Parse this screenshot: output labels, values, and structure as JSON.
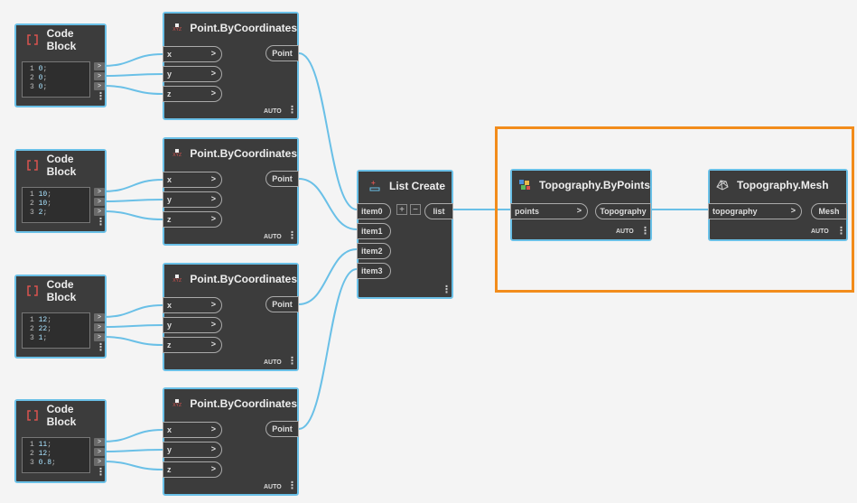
{
  "code_blocks": [
    {
      "title": "Code Block",
      "lines": [
        {
          "n": "1",
          "v": "0",
          "t": ";"
        },
        {
          "n": "2",
          "v": "0",
          "t": ";"
        },
        {
          "n": "3",
          "v": "0",
          "t": ";"
        }
      ]
    },
    {
      "title": "Code Block",
      "lines": [
        {
          "n": "1",
          "v": "10",
          "t": ";"
        },
        {
          "n": "2",
          "v": "10",
          "t": ";"
        },
        {
          "n": "3",
          "v": "2",
          "t": ";"
        }
      ]
    },
    {
      "title": "Code Block",
      "lines": [
        {
          "n": "1",
          "v": "12",
          "t": ";"
        },
        {
          "n": "2",
          "v": "22",
          "t": ";"
        },
        {
          "n": "3",
          "v": "1",
          "t": ";"
        }
      ]
    },
    {
      "title": "Code Block",
      "lines": [
        {
          "n": "1",
          "v": "11",
          "t": ";"
        },
        {
          "n": "2",
          "v": "12",
          "t": ";"
        },
        {
          "n": "3",
          "v": "0.8",
          "t": ";"
        }
      ]
    }
  ],
  "output_arrow": ">",
  "point_nodes": [
    {
      "title": "Point.ByCoordinates",
      "inputs": [
        "x",
        "y",
        "z"
      ],
      "output": "Point",
      "auto": "AUTO"
    },
    {
      "title": "Point.ByCoordinates",
      "inputs": [
        "x",
        "y",
        "z"
      ],
      "output": "Point",
      "auto": "AUTO"
    },
    {
      "title": "Point.ByCoordinates",
      "inputs": [
        "x",
        "y",
        "z"
      ],
      "output": "Point",
      "auto": "AUTO"
    },
    {
      "title": "Point.ByCoordinates",
      "inputs": [
        "x",
        "y",
        "z"
      ],
      "output": "Point",
      "auto": "AUTO"
    }
  ],
  "point_icon_label": "XYZ",
  "list_create": {
    "title": "List Create",
    "inputs": [
      "item0",
      "item1",
      "item2",
      "item3"
    ],
    "output": "list",
    "plus": "+",
    "minus": "−"
  },
  "topo_by_points": {
    "title": "Topography.ByPoints",
    "input": "points",
    "output": "Topography",
    "auto": "AUTO"
  },
  "topo_mesh": {
    "title": "Topography.Mesh",
    "input": "topography",
    "output": "Mesh",
    "auto": "AUTO"
  },
  "colors": {
    "wire": "#6ac0e7",
    "highlight": "#f28c1b",
    "node_bg": "#3c3c3c"
  }
}
